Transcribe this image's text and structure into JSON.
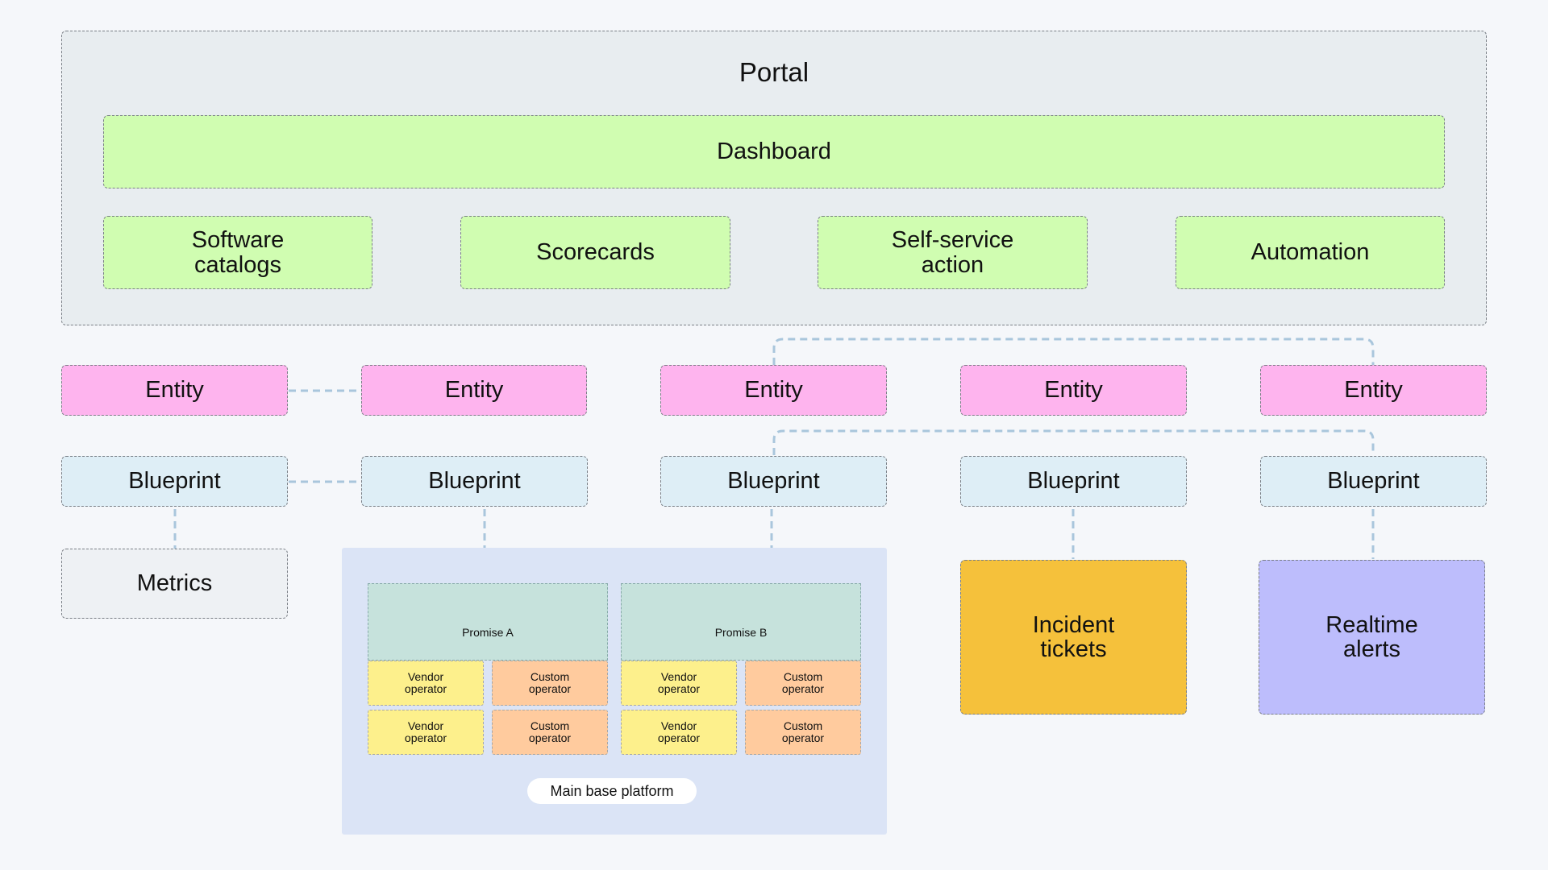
{
  "portal": {
    "title": "Portal",
    "dashboard": "Dashboard",
    "features": [
      "Software\ncatalogs",
      "Scorecards",
      "Self-service\naction",
      "Automation"
    ]
  },
  "entities": [
    "Entity",
    "Entity",
    "Entity",
    "Entity",
    "Entity"
  ],
  "blueprints": [
    "Blueprint",
    "Blueprint",
    "Blueprint",
    "Blueprint",
    "Blueprint"
  ],
  "metrics": "Metrics",
  "platform": {
    "label": "Main base platform",
    "promises": [
      {
        "title": "Promise A",
        "operators": [
          "Vendor\noperator",
          "Custom\noperator",
          "Vendor\noperator",
          "Custom\noperator"
        ]
      },
      {
        "title": "Promise B",
        "operators": [
          "Vendor\noperator",
          "Custom\noperator",
          "Vendor\noperator",
          "Custom\noperator"
        ]
      }
    ]
  },
  "incident": "Incident\ntickets",
  "realtime": "Realtime\nalerts",
  "colors": {
    "feature": "#d0fdb1",
    "entity": "#feb4ee",
    "blueprint": "#deeef6",
    "incident": "#f5c13b",
    "realtime": "#bdbdfc",
    "connector": "#a9c6dc"
  }
}
